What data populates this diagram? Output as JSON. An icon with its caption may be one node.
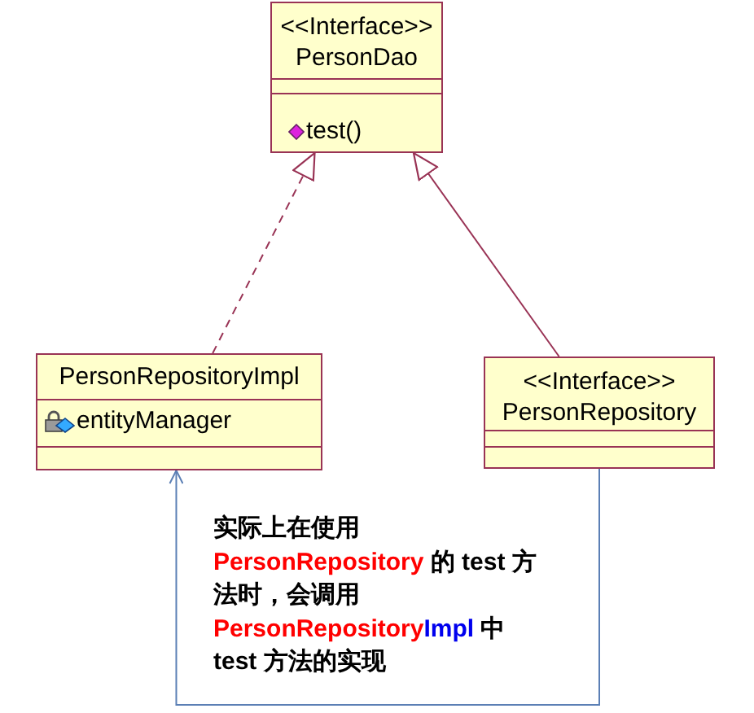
{
  "diagram": {
    "nodes": [
      {
        "text": [
          "<<Interface>>",
          "PersonDao",
          "test()"
        ]
      },
      {
        "text": [
          "PersonRepositoryImpl",
          "entityManager"
        ]
      },
      {
        "text": [
          "<<Interface>>",
          "PersonRepository"
        ]
      }
    ],
    "edges": [
      {
        "from": 1,
        "to": 0,
        "arrow": "to",
        "style": "dashed"
      },
      {
        "from": 2,
        "to": 0,
        "arrow": "to"
      },
      {
        "from": 2,
        "to": 1,
        "arrow": "to",
        "color": "#5b7fb5"
      }
    ],
    "labels": [
      "实际上在使用",
      "PersonRepository",
      "的 test 方法时，会调用",
      "PersonRepository",
      "Impl",
      "中 test 方法的实现"
    ]
  }
}
